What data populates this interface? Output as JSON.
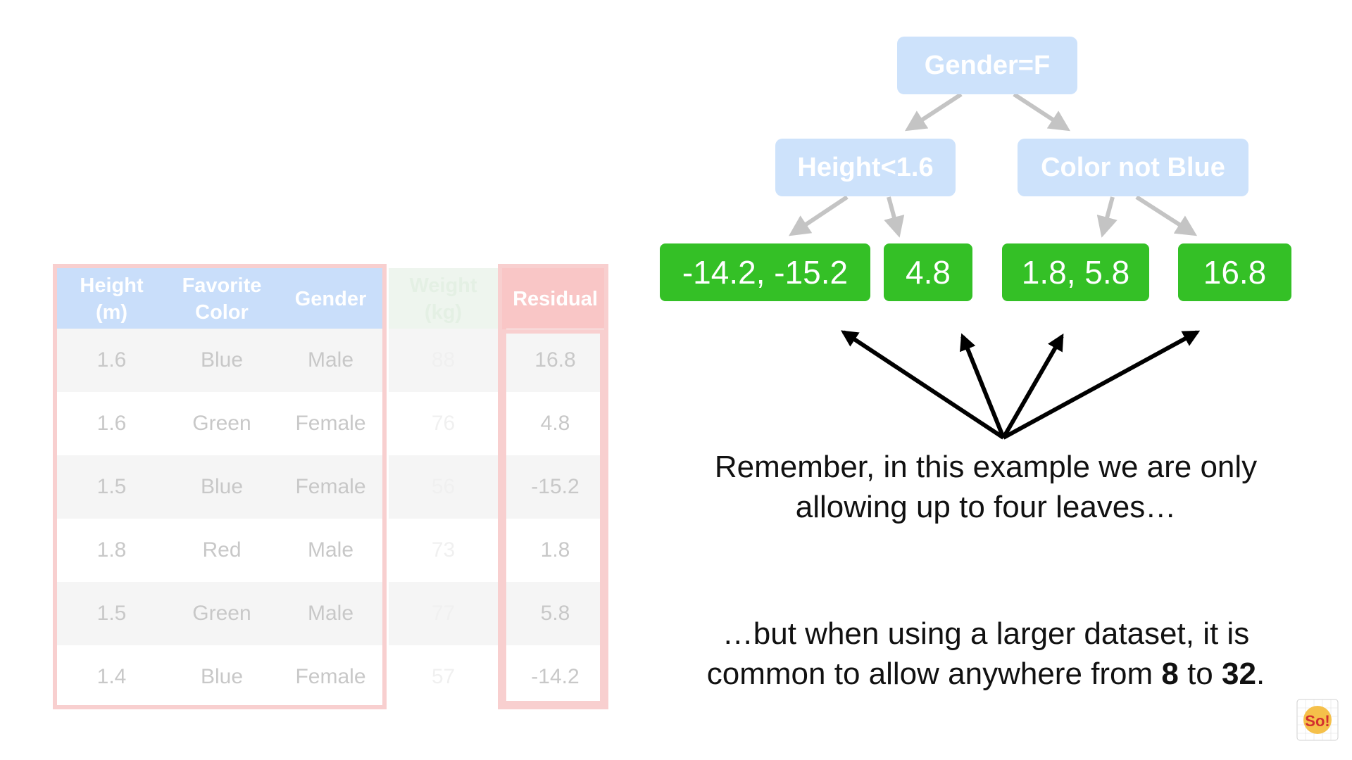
{
  "table": {
    "headers": [
      {
        "label": "Height\n(m)",
        "kind": "blue"
      },
      {
        "label": "Favorite\nColor",
        "kind": "blue"
      },
      {
        "label": "Gender",
        "kind": "blue"
      },
      {
        "label": "Weight\n(kg)",
        "kind": "green"
      },
      {
        "label": "Residual",
        "kind": "red"
      }
    ],
    "rows": [
      [
        "1.6",
        "Blue",
        "Male",
        "88",
        "16.8"
      ],
      [
        "1.6",
        "Green",
        "Female",
        "76",
        "4.8"
      ],
      [
        "1.5",
        "Blue",
        "Female",
        "56",
        "-15.2"
      ],
      [
        "1.8",
        "Red",
        "Male",
        "73",
        "1.8"
      ],
      [
        "1.5",
        "Green",
        "Male",
        "77",
        "5.8"
      ],
      [
        "1.4",
        "Blue",
        "Female",
        "57",
        "-14.2"
      ]
    ]
  },
  "tree": {
    "root": "Gender=F",
    "left": "Height<1.6",
    "right": "Color not Blue",
    "leaves": [
      "-14.2, -15.2",
      "4.8",
      "1.8, 5.8",
      "16.8"
    ]
  },
  "text": {
    "remember": "Remember, in this example we are only allowing up to four leaves…",
    "larger_prefix": "…but when using a larger dataset, it is common to allow anywhere from ",
    "num_low": "8",
    "to_word": " to ",
    "num_high": "32",
    "period": "."
  },
  "logo_text": "So!",
  "colors": {
    "leaf_green": "#34c026",
    "node_blue": "#cde2fb",
    "frame_red": "#f8cfcf"
  }
}
